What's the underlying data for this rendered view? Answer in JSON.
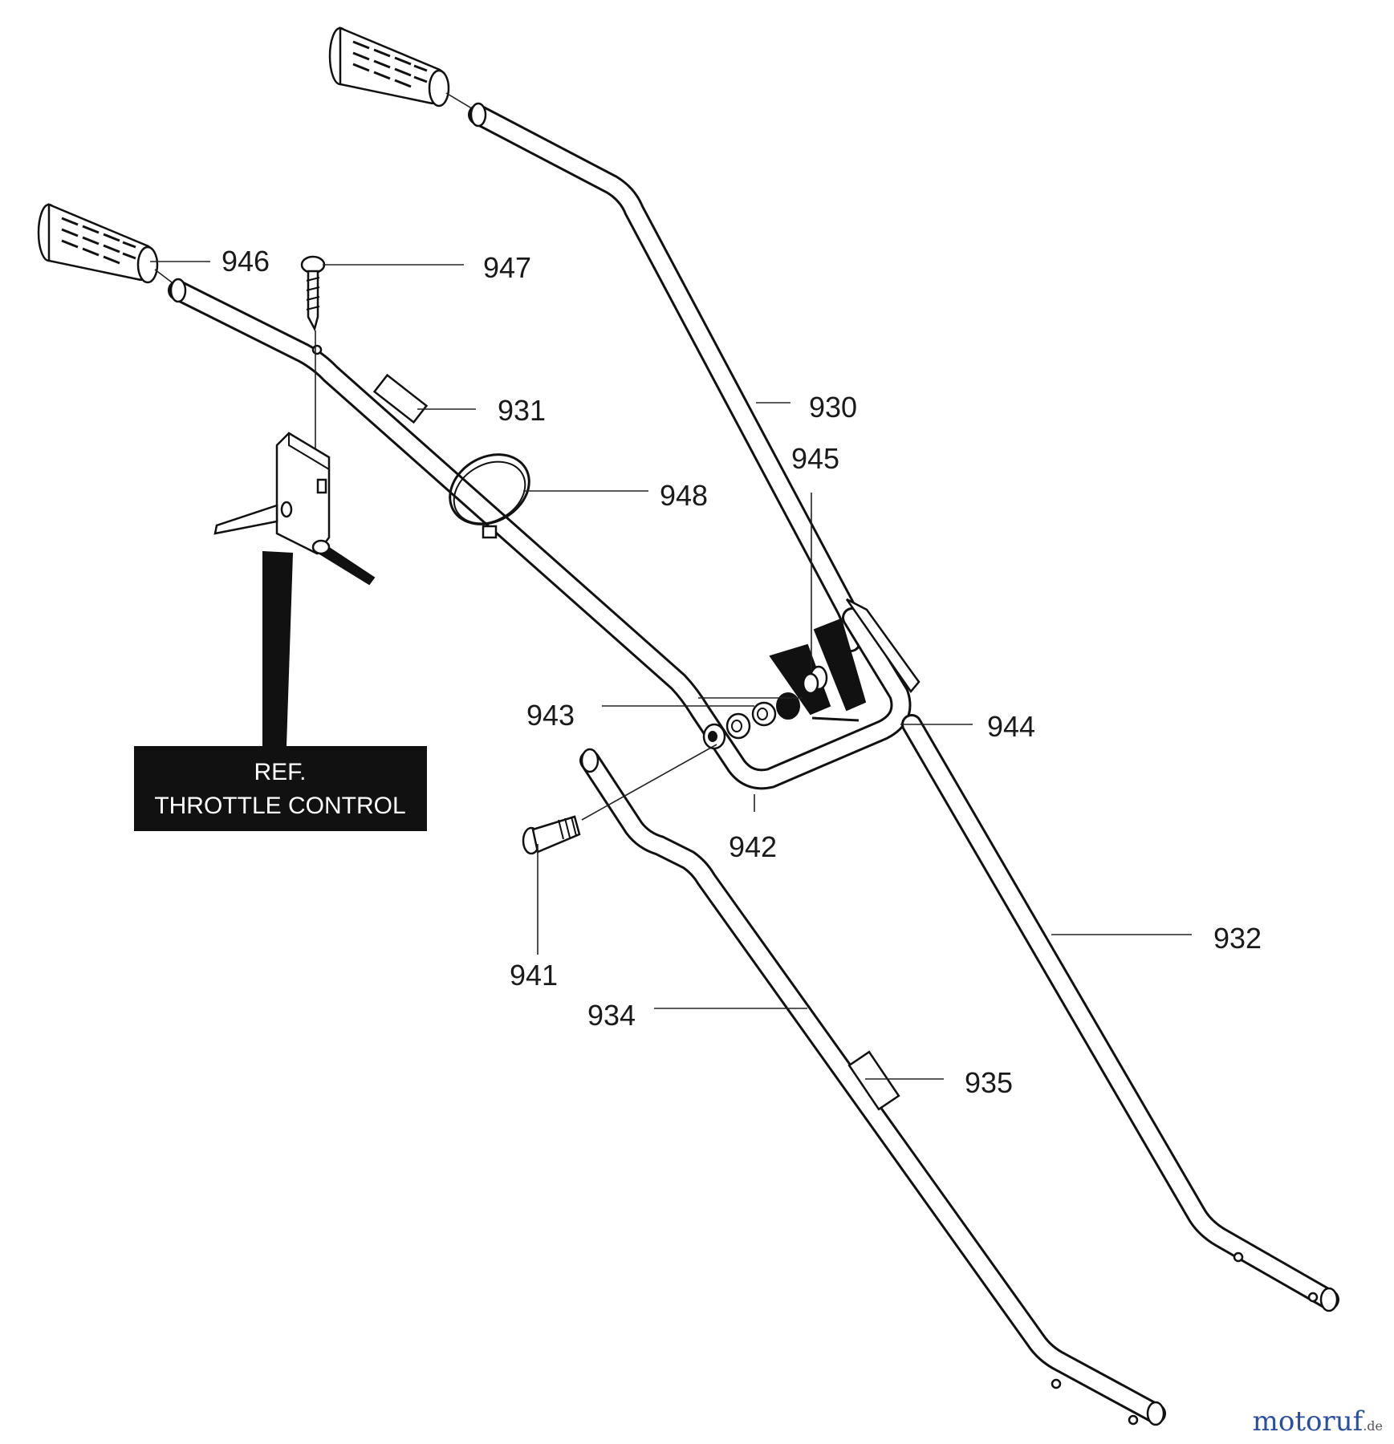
{
  "callouts": {
    "c930": "930",
    "c931": "931",
    "c932": "932",
    "c934": "934",
    "c935": "935",
    "c941": "941",
    "c942": "942",
    "c943": "943",
    "c944": "944",
    "c945": "945",
    "c946": "946",
    "c947": "947",
    "c948": "948"
  },
  "ref_box": {
    "line1": "REF.",
    "line2": "THROTTLE CONTROL",
    "background": "#111111",
    "text_color": "#ffffff"
  },
  "watermark": {
    "text": "motoruf",
    "suffix": ".de",
    "color_primary": "#2a4fa0",
    "color_accent": "#c0392b"
  }
}
